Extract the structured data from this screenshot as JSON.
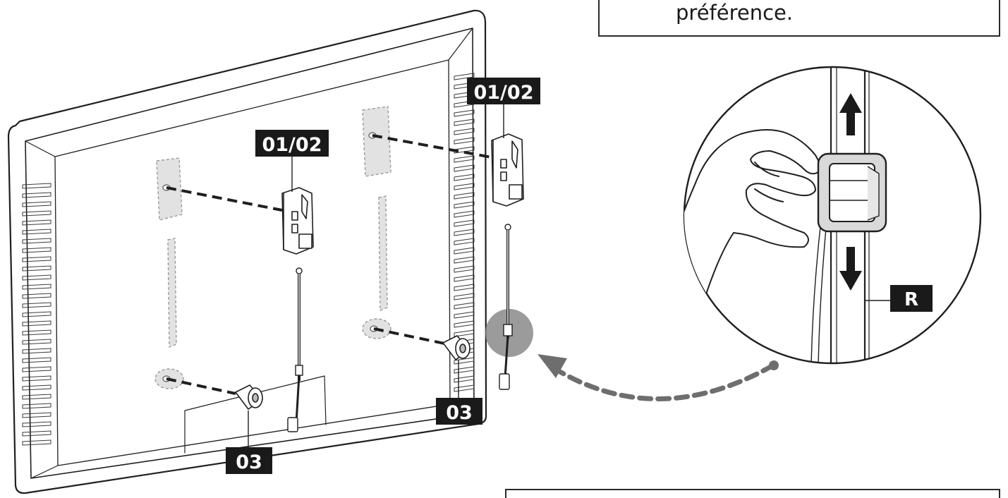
{
  "notes": {
    "top_text": "préférence."
  },
  "labels": {
    "bracket_left": "01/02",
    "bracket_right": "01/02",
    "spacer_left": "03",
    "spacer_right": "03",
    "cord_r": "R"
  },
  "colors": {
    "ink": "#1f1f1f",
    "label_bg": "#1a1a1a",
    "label_text": "#ffffff",
    "ghost_fill": "#e2e2e2",
    "highlight": "#8a8a8a",
    "arrow": "#6e6e6e"
  }
}
